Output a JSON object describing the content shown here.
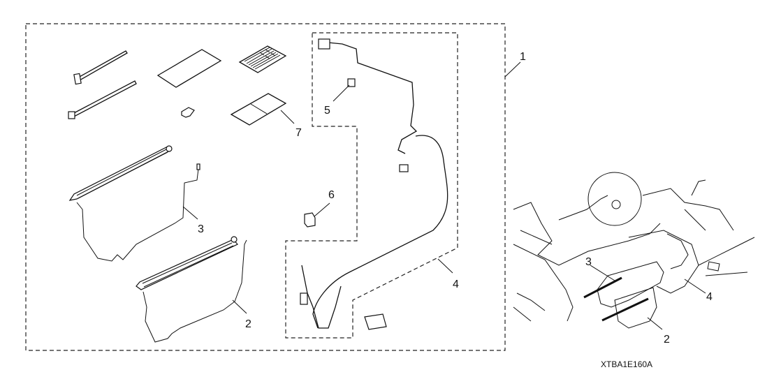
{
  "diagram": {
    "type": "exploded parts illustration",
    "reference_code": "XTBA1E160A",
    "callouts": [
      {
        "id": "1",
        "label": "1",
        "describes": "kit (outer dashed boundary)"
      },
      {
        "id": "2",
        "label": "2",
        "describes": "front light bar with wire"
      },
      {
        "id": "3",
        "label": "3",
        "describes": "rear light bar with wire"
      },
      {
        "id": "4",
        "label": "4",
        "describes": "wire harness"
      },
      {
        "id": "5",
        "label": "5",
        "describes": "fuse"
      },
      {
        "id": "6",
        "label": "6",
        "describes": "relay"
      },
      {
        "id": "7",
        "label": "7",
        "describes": "adhesive pads"
      }
    ],
    "inset_callouts": [
      "3",
      "4",
      "2"
    ]
  }
}
